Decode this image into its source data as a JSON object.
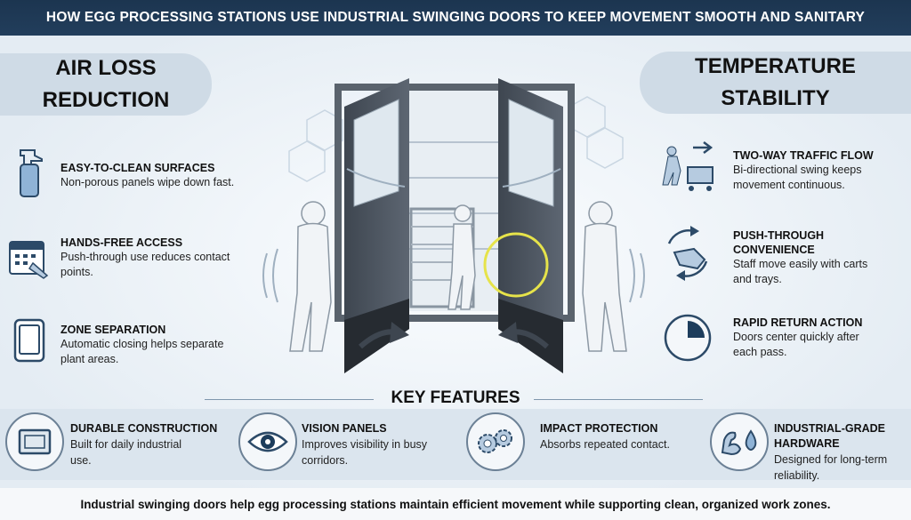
{
  "title": "HOW EGG PROCESSING STATIONS USE INDUSTRIAL SWINGING DOORS TO KEEP MOVEMENT SMOOTH AND SANITARY",
  "left_heading": [
    "AIR LOSS",
    "REDUCTION"
  ],
  "right_heading": [
    "TEMPERATURE",
    "STABILITY"
  ],
  "left_features": [
    {
      "icon": "spray-bottle-icon",
      "title": "EASY-TO-CLEAN SURFACES",
      "lines": [
        "Non-porous panels wipe down fast."
      ]
    },
    {
      "icon": "calendar-hand-icon",
      "title": "HANDS-FREE ACCESS",
      "lines": [
        "Push-through use reduces contact",
        "points."
      ]
    },
    {
      "icon": "tablet-icon",
      "title": "ZONE SEPARATION",
      "lines": [
        "Automatic closing helps separate",
        "plant areas."
      ]
    }
  ],
  "right_features": [
    {
      "icon": "cart-arrow-icon",
      "title_lines": [
        "TWO-WAY TRAFFIC FLOW"
      ],
      "lines": [
        "Bi-directional swing keeps",
        "movement continuous."
      ]
    },
    {
      "icon": "hand-rotate-icon",
      "title_lines": [
        "PUSH-THROUGH",
        "CONVENIENCE"
      ],
      "lines": [
        "Staff move easily with carts",
        "and trays."
      ]
    },
    {
      "icon": "clock-icon",
      "title_lines": [
        "RAPID RETURN ACTION"
      ],
      "lines": [
        "Doors center quickly after",
        "each pass."
      ]
    }
  ],
  "key_features_title": "KEY FEATURES",
  "key_features": [
    {
      "icon": "panel-icon",
      "title_lines": [
        "DURABLE CONSTRUCTION"
      ],
      "lines": [
        "Built for daily industrial",
        "use."
      ]
    },
    {
      "icon": "eye-icon",
      "title_lines": [
        "VISION PANELS"
      ],
      "lines": [
        "Improves visibility in busy",
        "corridors."
      ]
    },
    {
      "icon": "gears-icon",
      "title_lines": [
        "IMPACT PROTECTION"
      ],
      "lines": [
        "Absorbs repeated contact."
      ]
    },
    {
      "icon": "arm-drop-icon",
      "title_lines": [
        "INDUSTRIAL-GRADE",
        "HARDWARE"
      ],
      "lines": [
        "Designed for long-term",
        "reliability."
      ]
    }
  ],
  "footer": "Industrial swinging doors help egg processing stations maintain efficient movement while supporting clean, organized work zones.",
  "colors": {
    "title_bg": "#1c3550",
    "heading_bg": "#cfdbe6",
    "door": "#4d5560",
    "highlight": "#e6e34a",
    "icon_blue": "#1d3d5c"
  }
}
